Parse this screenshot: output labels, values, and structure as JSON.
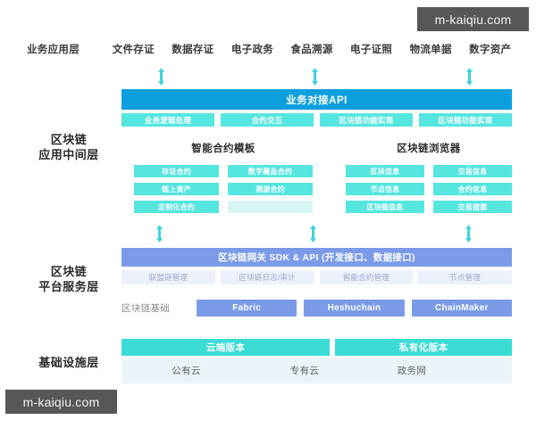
{
  "watermark": {
    "top_text": "m-kaiqiu.com",
    "bottom_text": "m-kaiqiu.com",
    "color": "#575757"
  },
  "colors": {
    "api_blue": "#0C9FDE",
    "teal_chip": "#55E6DF",
    "indigo": "#7B9BE8",
    "pale_indigo": "#EDF1FB",
    "infra_head_teal": "#3BDCD6",
    "infra_body": "#EAF4F8"
  },
  "application_layer": {
    "label": "业务应用层",
    "items": [
      {
        "label": "文件存证"
      },
      {
        "label": "数据存证"
      },
      {
        "label": "电子政务"
      },
      {
        "label": "食品溯源"
      },
      {
        "label": "电子证照"
      },
      {
        "label": "物流单据"
      },
      {
        "label": "数字资产"
      }
    ]
  },
  "layers": {
    "middleware": "区块链\n应用中间层",
    "middleware_line1": "区块链",
    "middleware_line2": "应用中间层",
    "platform_line1": "区块链",
    "platform_line2": "平台服务层",
    "infrastructure": "基础设施层"
  },
  "middleware": {
    "api_bar": "业务对接API",
    "api_chips": [
      {
        "label": "业务逻辑处理"
      },
      {
        "label": "合约交互"
      },
      {
        "label": "区块链功能实现"
      },
      {
        "label": "区块链功能实现"
      }
    ],
    "contract_panel": {
      "title": "智能合约模板",
      "chips": [
        {
          "label": "存证合约"
        },
        {
          "label": "数字藏品合约"
        },
        {
          "label": "链上资产"
        },
        {
          "label": "溯源合约"
        },
        {
          "label": "定制化合约"
        },
        {
          "label": ""
        }
      ]
    },
    "explorer_panel": {
      "title": "区块链浏览器",
      "chips": [
        {
          "label": "区块信息"
        },
        {
          "label": "交易信息"
        },
        {
          "label": "节点信息"
        },
        {
          "label": "合约信息"
        },
        {
          "label": "区块链信息"
        },
        {
          "label": "交易搜索"
        }
      ]
    }
  },
  "platform": {
    "gateway_bar": "区块链网关 SDK & API (开发接口、数据接口)",
    "management_chips": [
      {
        "label": "联盟链管理"
      },
      {
        "label": "区块链日志/审计"
      },
      {
        "label": "智能合约管理"
      },
      {
        "label": "节点管理"
      }
    ],
    "base_label": "区块链基础",
    "base_chains": [
      {
        "label": "Fabric"
      },
      {
        "label": "Heshuchain"
      },
      {
        "label": "ChainMaker"
      }
    ]
  },
  "infrastructure": {
    "headers": [
      {
        "label": "云端版本"
      },
      {
        "label": "私有化版本"
      }
    ],
    "cells": [
      {
        "label": "公有云"
      },
      {
        "label": "专有云"
      },
      {
        "label": "政务网"
      },
      {
        "label": ""
      }
    ]
  },
  "arrows": {
    "glyph": "double-head-vertical-arrow",
    "upper_row_count": 3,
    "lower_row_count": 3,
    "color": "#3FD3DC"
  }
}
